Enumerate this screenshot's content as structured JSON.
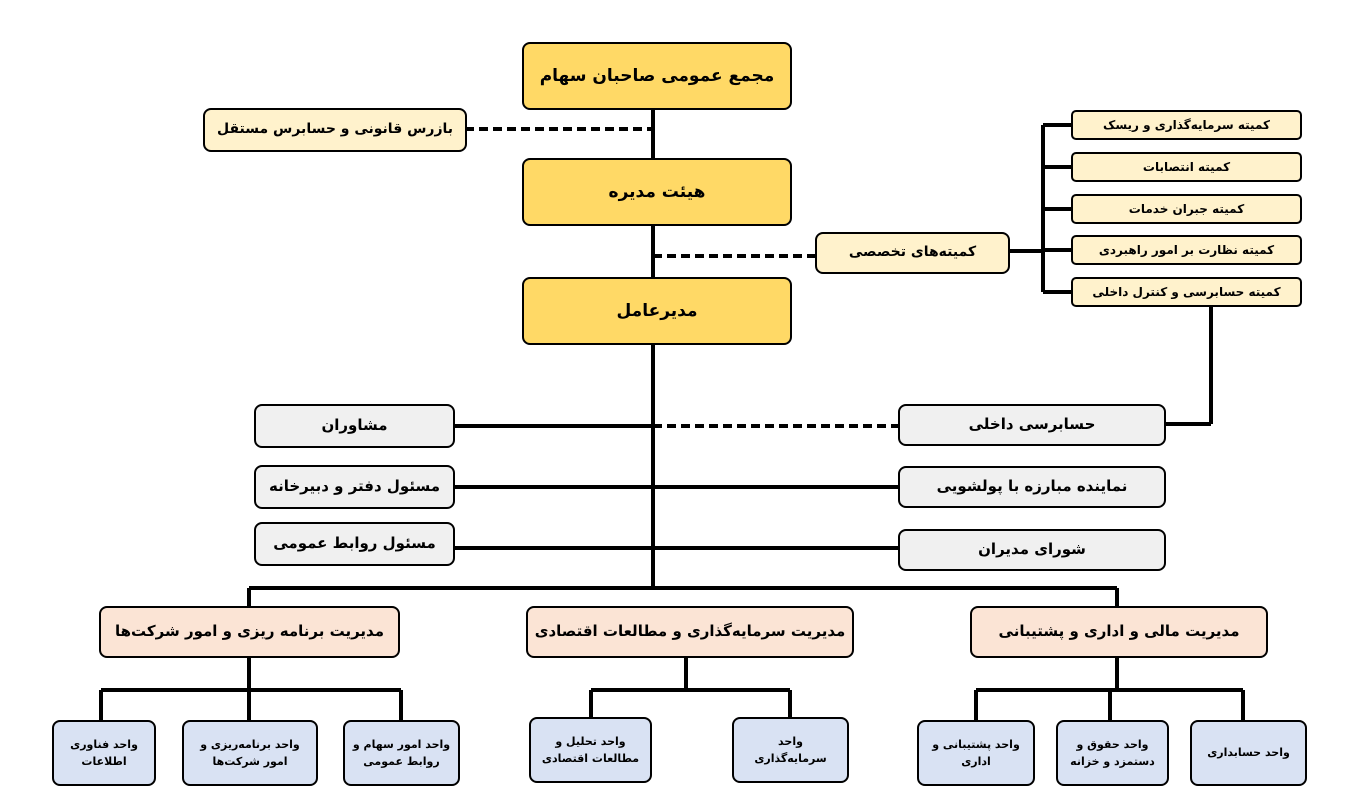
{
  "colors": {
    "top": "#ffd966",
    "side": "#fff2cc",
    "staff": "#f0f0f0",
    "department": "#fbe4d5",
    "unit": "#d9e2f3",
    "line": "#000000"
  },
  "top": {
    "assembly": "مجمع عمومی صاحبان سهام",
    "board": "هیئت مدیره",
    "ceo": "مدیرعامل"
  },
  "auditor": "بازرس قانونی و حسابرس مستقل",
  "specialized_committees": "کمیته‌های تخصصی",
  "committees": [
    "کمیته سرمایه‌گذاری و ریسک",
    "کمیته انتصابات",
    "کمیته جبران خدمات",
    "کمیته نظارت بر امور راهبردی",
    "کمیته حسابرسی و کنترل داخلی"
  ],
  "staff_left": [
    "مشاوران",
    "مسئول دفتر و دبیرخانه",
    "مسئول روابط عمومی"
  ],
  "staff_right": [
    "حسابرسی داخلی",
    "نماینده مبارزه با پولشویی",
    "شورای مدیران"
  ],
  "departments": [
    {
      "title": "مدیریت برنامه ریزی و امور شرکت‌ها",
      "units": [
        "واحد فناوری\nاطلاعات",
        "واحد برنامه‌ریزی و\nامور شرکت‌ها",
        "واحد امور سهام و\nروابط عمومی"
      ]
    },
    {
      "title": "مدیریت سرمایه‌گذاری و مطالعات اقتصادی",
      "units": [
        "واحد تحلیل و\nمطالعات اقتصادی",
        "واحد\nسرمایه‌گذاری"
      ]
    },
    {
      "title": "مدیریت مالی و اداری و پشتیبانی",
      "units": [
        "واحد پشتیبانی و\nاداری",
        "واحد حقوق و\nدستمزد و خزانه",
        "واحد حسابداری"
      ]
    }
  ]
}
